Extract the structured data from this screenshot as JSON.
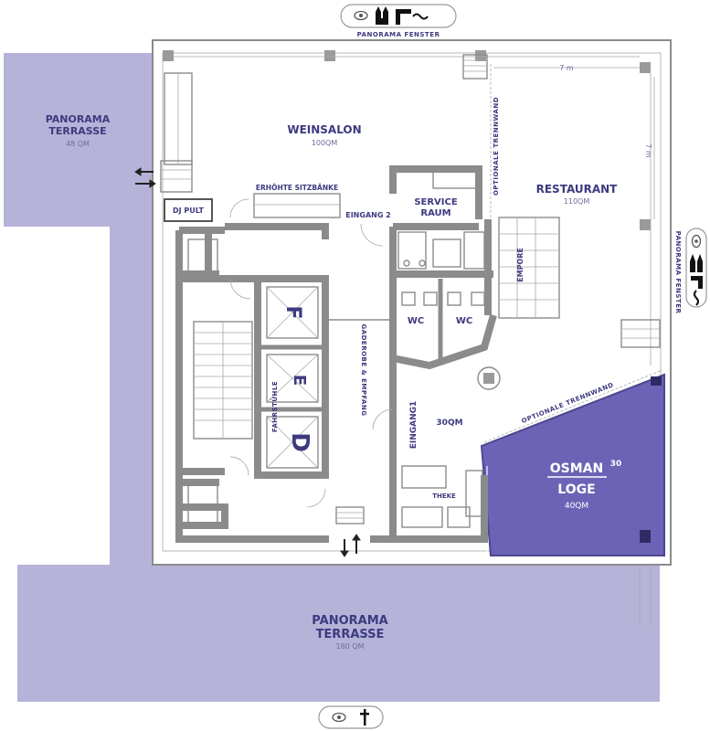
{
  "window_labels": {
    "top": "PANORAMA FENSTER",
    "right": "PANORAMA FENSTER"
  },
  "rooms": {
    "panorama_terrasse_small": {
      "line1": "PANORAMA",
      "line2": "TERRASSE",
      "size": "48 QM"
    },
    "weinsalon": {
      "name": "WEINSALON",
      "size": "100QM"
    },
    "restaurant": {
      "name": "RESTAURANT",
      "size": "110QM"
    },
    "service_raum": {
      "line1": "SERVICE",
      "line2": "RAUM"
    },
    "wc_left": "WC",
    "wc_right": "WC",
    "lobby_size": "30QM",
    "osman": {
      "name": "OSMAN",
      "superscript": "30",
      "line2": "LOGE",
      "size": "40QM"
    },
    "panorama_terrasse_large": {
      "line1": "PANORAMA",
      "line2": "TERRASSE",
      "size": "180 QM"
    }
  },
  "labels": {
    "dj_pult": "DJ PULT",
    "erhoehte_sitzbaenke": "ERHÖHTE SITZBÄNKE",
    "eingang2": "EINGANG 2",
    "eingang1": "EINGANG1",
    "optionale_trennwand_vertical": "OPTIONALE TRENNWAND",
    "optionale_trennwand_diag": "OPTIONALE TRENNWAND",
    "empore": "EMPORE",
    "gaderobe": "GADEROBE & EMPFANG",
    "fahrstuehle": "FAHRSTÜHLE",
    "theke": "THEKE",
    "dim_7m_h": "7 m",
    "dim_7m_v": "7 m"
  },
  "elevators": {
    "d": "D",
    "e": "E",
    "f": "F"
  },
  "colors": {
    "terrace": "#b6b3d9",
    "osman": "#6c63b6",
    "accent": "#3d3a80",
    "wall": "#8b8b8b"
  },
  "icons": {
    "view_top": "eye-icon",
    "view_bottom": "eye-icon",
    "cathedral": "cathedral-icon",
    "crane": "crane-icon",
    "cross": "cross-icon",
    "arrows": "double-arrow-icon"
  }
}
